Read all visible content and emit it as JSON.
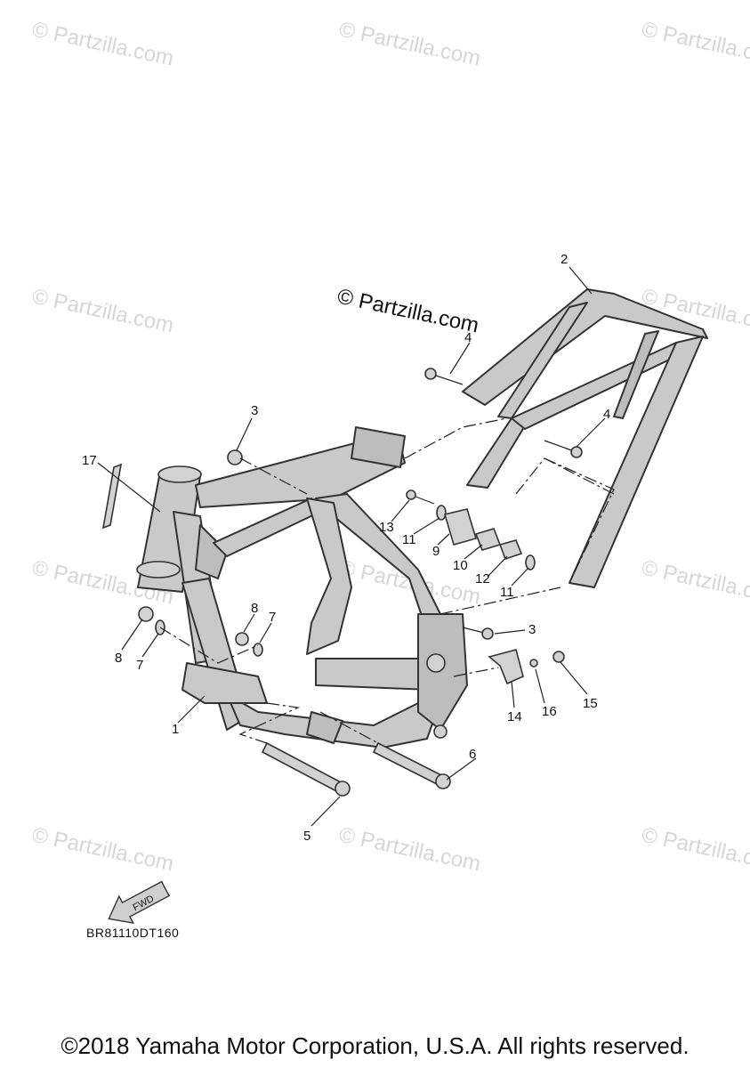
{
  "watermarks": {
    "text": "© Partzilla.com",
    "main_text": "© Partzilla.com"
  },
  "callouts": [
    {
      "id": "c1",
      "label": "1"
    },
    {
      "id": "c2",
      "label": "2"
    },
    {
      "id": "c3a",
      "label": "3"
    },
    {
      "id": "c3b",
      "label": "3"
    },
    {
      "id": "c4a",
      "label": "4"
    },
    {
      "id": "c4b",
      "label": "4"
    },
    {
      "id": "c5",
      "label": "5"
    },
    {
      "id": "c6",
      "label": "6"
    },
    {
      "id": "c7a",
      "label": "7"
    },
    {
      "id": "c7b",
      "label": "7"
    },
    {
      "id": "c8a",
      "label": "8"
    },
    {
      "id": "c8b",
      "label": "8"
    },
    {
      "id": "c9",
      "label": "9"
    },
    {
      "id": "c10",
      "label": "10"
    },
    {
      "id": "c11a",
      "label": "11"
    },
    {
      "id": "c11b",
      "label": "11"
    },
    {
      "id": "c12",
      "label": "12"
    },
    {
      "id": "c13",
      "label": "13"
    },
    {
      "id": "c14",
      "label": "14"
    },
    {
      "id": "c15",
      "label": "15"
    },
    {
      "id": "c16",
      "label": "16"
    },
    {
      "id": "c17",
      "label": "17"
    }
  ],
  "fwd_arrow": {
    "label": "FWD"
  },
  "part_code": "BR81110DT160",
  "copyright": "©2018 Yamaha Motor Corporation, U.S.A. All rights reserved."
}
